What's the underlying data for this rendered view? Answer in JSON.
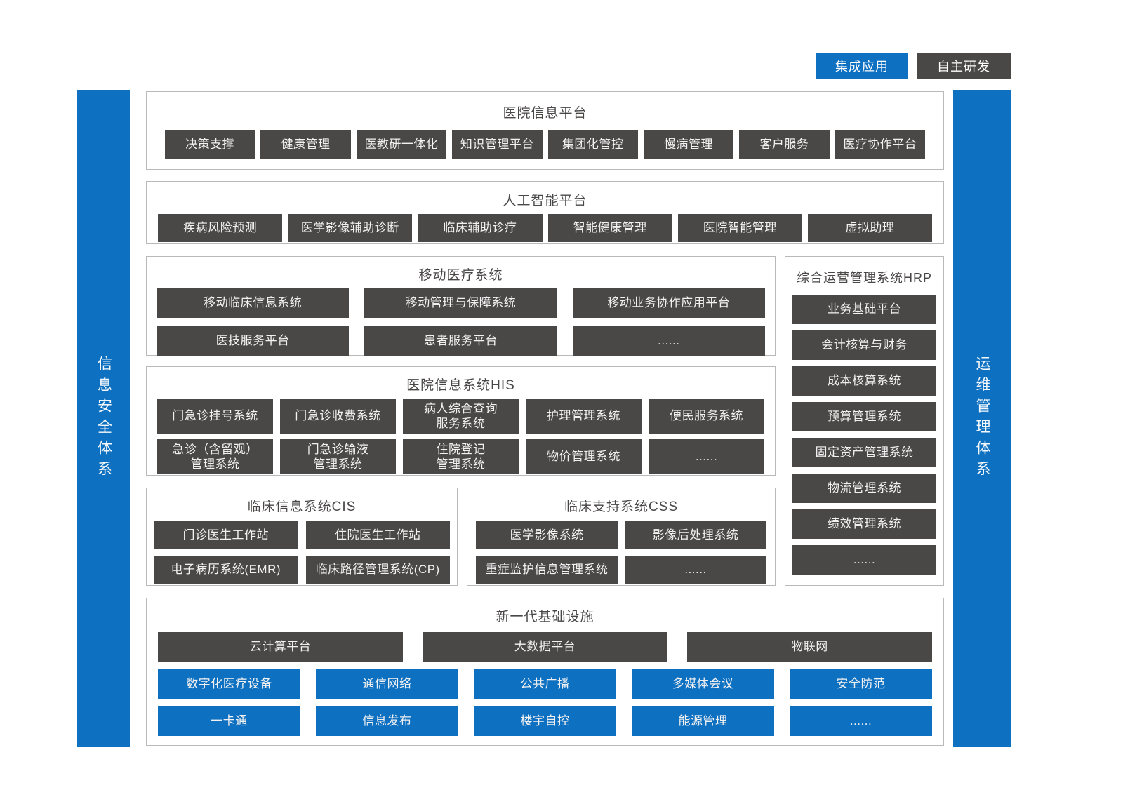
{
  "legend": {
    "integrated_label": "集成应用",
    "self_developed_label": "自主研发"
  },
  "bars": {
    "left_label": "信息安全体系",
    "right_label": "运维管理体系"
  },
  "colors": {
    "blue": "#0d70c1",
    "dark_gray": "#4a4747",
    "section_border": "#b9b9b9",
    "title_text": "#4a4747",
    "box_text": "#f2f1f1"
  },
  "platform": {
    "title": "医院信息平台",
    "items": [
      "决策支撑",
      "健康管理",
      "医教研一体化",
      "知识管理平台",
      "集团化管控",
      "慢病管理",
      "客户服务",
      "医疗协作平台"
    ]
  },
  "ai": {
    "title": "人工智能平台",
    "items": [
      "疾病风险预测",
      "医学影像辅助诊断",
      "临床辅助诊疗",
      "智能健康管理",
      "医院智能管理",
      "虚拟助理"
    ]
  },
  "mobile": {
    "title": "移动医疗系统",
    "row1": [
      "移动临床信息系统",
      "移动管理与保障系统",
      "移动业务协作应用平台"
    ],
    "row2": [
      "医技服务平台",
      "患者服务平台",
      "......"
    ]
  },
  "hrp": {
    "title": "综合运营管理系统HRP",
    "items": [
      "业务基础平台",
      "会计核算与财务",
      "成本核算系统",
      "预算管理系统",
      "固定资产管理系统",
      "物流管理系统",
      "绩效管理系统",
      "......"
    ]
  },
  "his": {
    "title": "医院信息系统HIS",
    "row1": [
      "门急诊挂号系统",
      "门急诊收费系统",
      "病人综合查询\n服务系统",
      "护理管理系统",
      "便民服务系统"
    ],
    "row2": [
      "急诊（含留观）\n管理系统",
      "门急诊输液\n管理系统",
      "住院登记\n管理系统",
      "物价管理系统",
      "......"
    ]
  },
  "cis": {
    "title": "临床信息系统CIS",
    "row1": [
      "门诊医生工作站",
      "住院医生工作站"
    ],
    "row2": [
      "电子病历系统(EMR)",
      "临床路径管理系统(CP)"
    ]
  },
  "css_support": {
    "title": "临床支持系统CSS",
    "row1": [
      "医学影像系统",
      "影像后处理系统"
    ],
    "row2": [
      "重症监护信息管理系统",
      "......"
    ]
  },
  "infra": {
    "title": "新一代基础设施",
    "dark_row": [
      "云计算平台",
      "大数据平台",
      "物联网"
    ],
    "blue_row1": [
      "数字化医疗设备",
      "通信网络",
      "公共广播",
      "多媒体会议",
      "安全防范"
    ],
    "blue_row2": [
      "一卡通",
      "信息发布",
      "楼宇自控",
      "能源管理",
      "......"
    ]
  }
}
